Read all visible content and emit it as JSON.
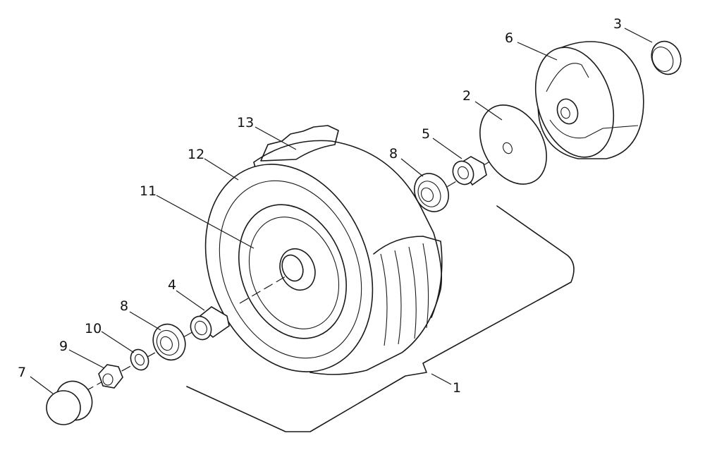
{
  "diagram": {
    "labels": {
      "p1": "1",
      "p2": "2",
      "p3": "3",
      "p4": "4",
      "p5": "5",
      "p6": "6",
      "p7": "7",
      "p8a": "8",
      "p8b": "8",
      "p9": "9",
      "p10": "10",
      "p11": "11",
      "p12": "12",
      "p13": "13"
    }
  }
}
